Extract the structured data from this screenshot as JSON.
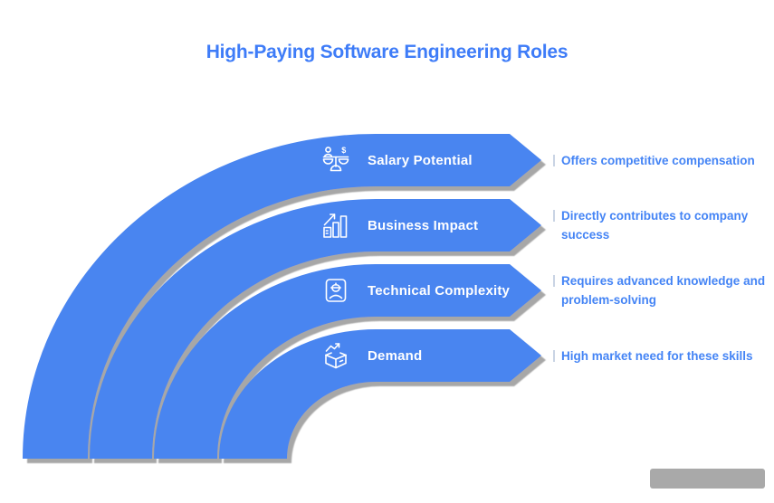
{
  "title": {
    "text": "High-Paying Software Engineering Roles"
  },
  "colors": {
    "band_blue": "#4A85F0",
    "title_blue": "#3E7CF8",
    "description_blue": "#4484F5",
    "label_white": "#FFFFFF",
    "shadow_gray": "#9E9E9E",
    "watermark_gray": "#9A9A9A"
  },
  "bands": [
    {
      "label": "Salary Potential",
      "icon": "balance-scale-icon",
      "description": "Offers competitive compensation"
    },
    {
      "label": "Business Impact",
      "icon": "bar-chart-growth-icon",
      "description": "Directly contributes to company success"
    },
    {
      "label": "Technical Complexity",
      "icon": "engineer-badge-icon",
      "description": "Requires advanced knowledge and problem-solving"
    },
    {
      "label": "Demand",
      "icon": "open-box-trend-icon",
      "description": "High market need for these skills"
    }
  ]
}
